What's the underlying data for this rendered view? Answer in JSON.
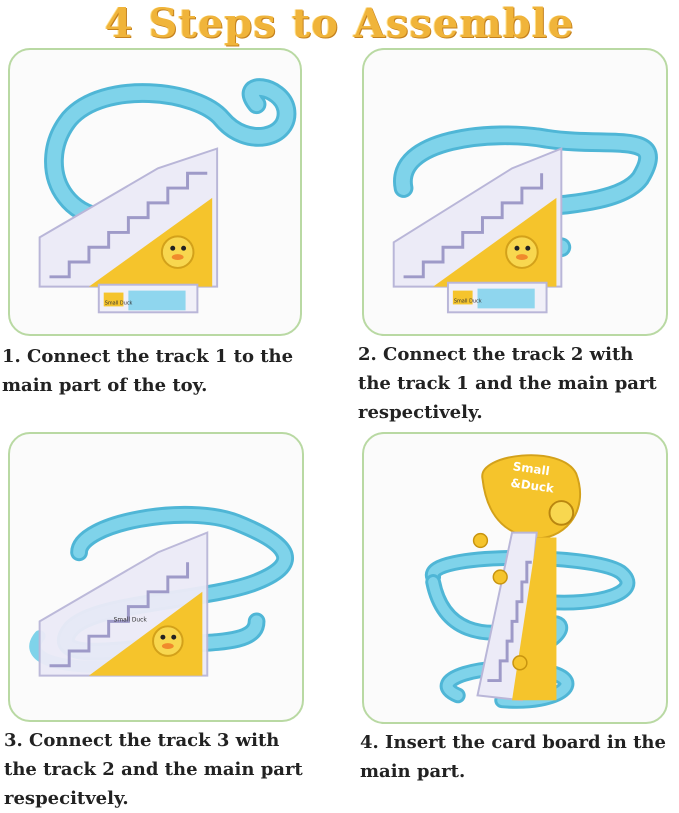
{
  "title": "4 Steps to Assemble",
  "steps": [
    {
      "caption_lines": [
        "1. Connect the track 1 to the",
        "main part of the toy."
      ],
      "box_labels": [
        "Small Duck"
      ]
    },
    {
      "caption_lines": [
        "2. Connect the track 2 with",
        "the track 1 and the main part",
        "respectively."
      ],
      "box_labels": [
        "Small Duck"
      ]
    },
    {
      "caption_lines": [
        "3. Connect the track 3 with",
        "the track 2 and the main part",
        "respecitvely."
      ],
      "box_labels": [
        "Small Duck"
      ]
    },
    {
      "caption_lines": [
        "4. Insert the card board in the",
        "main part."
      ],
      "box_labels": [
        "Small",
        "&Duck"
      ]
    }
  ],
  "colors": {
    "title": "#f0b43a",
    "frame": "#b9d9a3",
    "track": "#7fd3ea",
    "track_dark": "#4fb6d6",
    "duck_yellow": "#f5c42c",
    "stairs": "#ecebf7"
  }
}
